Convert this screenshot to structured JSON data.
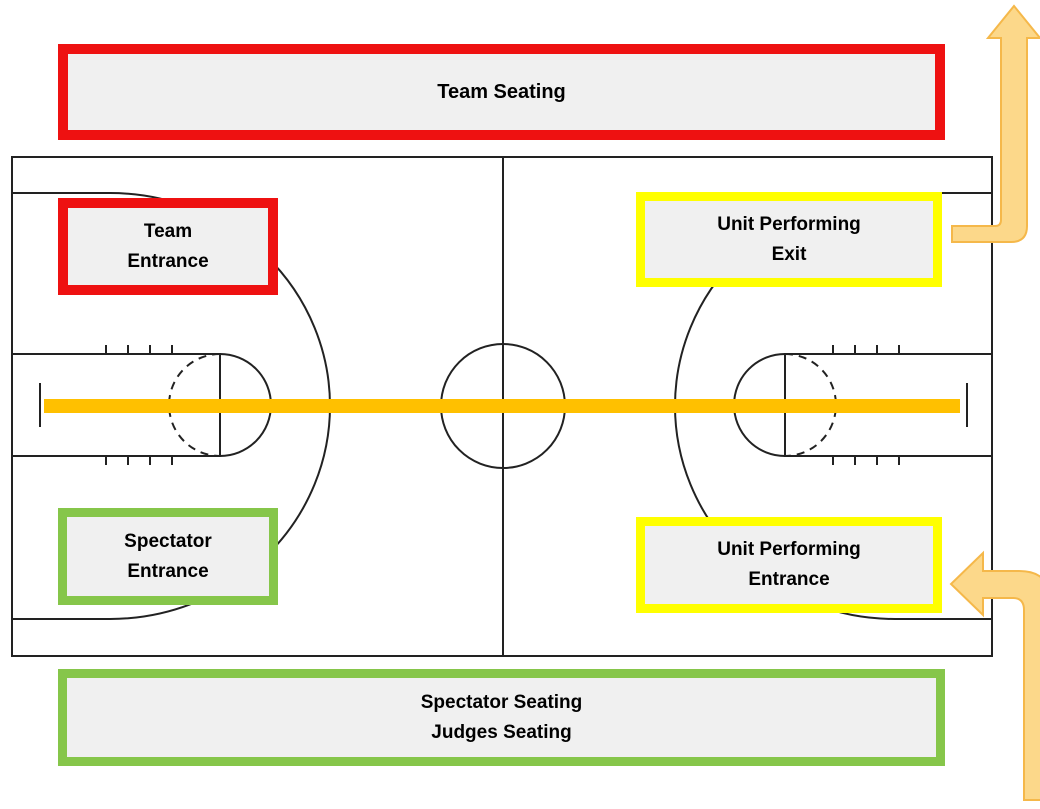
{
  "colors": {
    "team_red": "#ee1111",
    "unit_yellow": "#ffff00",
    "spectator_green": "#86c64a",
    "box_fill": "#f0f0f0",
    "performance_line_orange": "#ffc000",
    "arrow_fill": "#fcd88a",
    "arrow_outline": "#f5b84a",
    "court_lines": "#222222"
  },
  "zones": {
    "team_seating": {
      "label": "Team Seating"
    },
    "team_entrance": {
      "line1": "Team",
      "line2": "Entrance"
    },
    "unit_exit": {
      "line1": "Unit Performing",
      "line2": "Exit"
    },
    "spectator_entrance": {
      "line1": "Spectator",
      "line2": "Entrance"
    },
    "unit_entrance": {
      "line1": "Unit Performing",
      "line2": "Entrance"
    },
    "bottom_seating": {
      "line1": "Spectator Seating",
      "line2": "Judges Seating"
    }
  },
  "icons": {
    "exit_arrow": "arrow-up-icon",
    "entrance_arrow": "arrow-left-icon"
  }
}
